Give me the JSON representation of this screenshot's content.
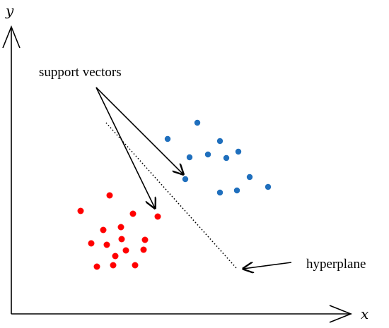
{
  "diagram": {
    "axis_x_label": "x",
    "axis_y_label": "y",
    "annotation_support": "support vectors",
    "annotation_hyperplane": "hyperplane"
  },
  "colors": {
    "class_a": "#1f6fbd",
    "class_b": "#ff0000",
    "line": "#000000"
  }
}
